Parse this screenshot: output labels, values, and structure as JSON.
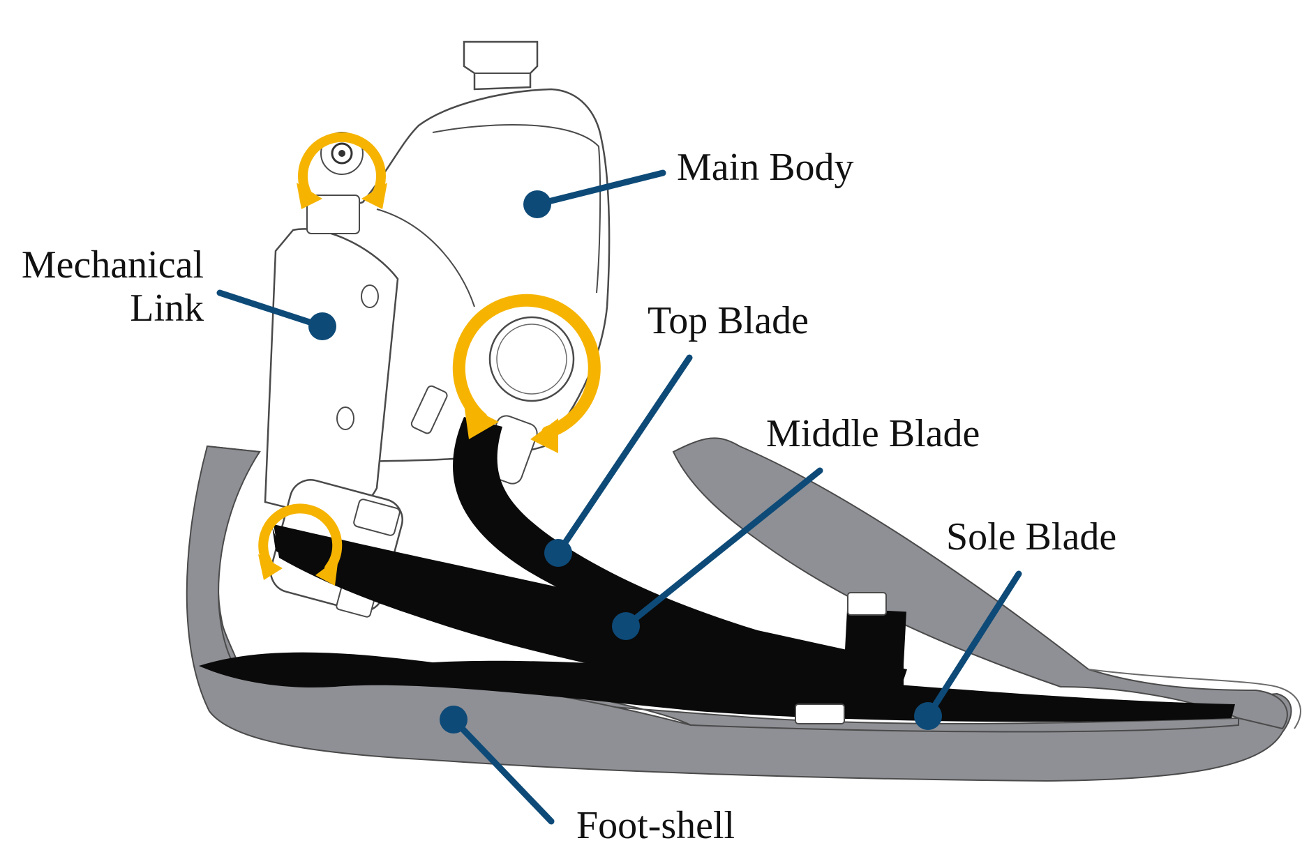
{
  "labels": {
    "main_body": "Main Body",
    "mechanical_link_line1": "Mechanical",
    "mechanical_link_line2": "Link",
    "top_blade": "Top Blade",
    "middle_blade": "Middle Blade",
    "sole_blade": "Sole Blade",
    "foot_shell": "Foot-shell"
  },
  "colors": {
    "leader": "#0d4a78",
    "rotation_arrow": "#f6b400",
    "blade": "#0a0a0a",
    "foot_shell": "#8f9095",
    "outline": "#4a4a4a",
    "background": "#ffffff"
  },
  "icons": {
    "rotation": "circular-arrow-icon",
    "leader_end": "dot-marker"
  }
}
